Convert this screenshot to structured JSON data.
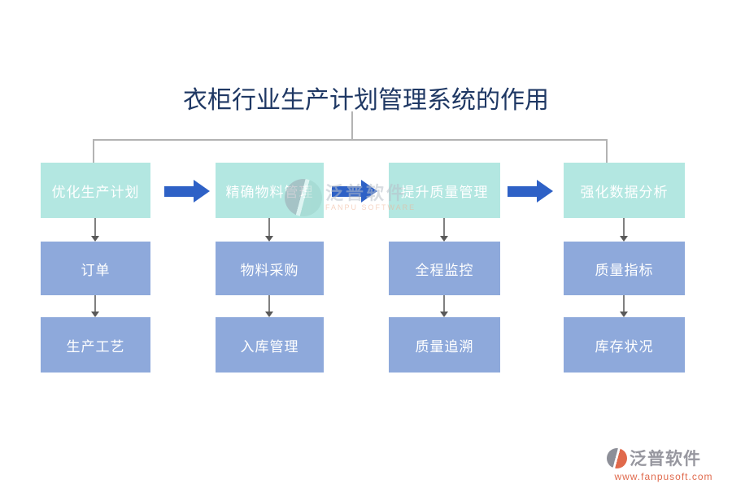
{
  "title": "衣柜行业生产计划管理系统的作用",
  "columns": [
    {
      "header": "优化生产计划",
      "items": [
        "订单",
        "生产工艺"
      ]
    },
    {
      "header": "精确物料管理",
      "items": [
        "物料采购",
        "入库管理"
      ]
    },
    {
      "header": "提升质量管理",
      "items": [
        "全程监控",
        "质量追溯"
      ]
    },
    {
      "header": "强化数据分析",
      "items": [
        "质量指标",
        "库存状况"
      ]
    }
  ],
  "watermark": {
    "name": "泛普软件",
    "subtitle": "FANPU SOFTWARE"
  },
  "footer": {
    "brand": "泛普软件",
    "url": "www.fanpusoft.com"
  },
  "colors": {
    "title_text": "#1f3864",
    "header_box": "#b3e7e1",
    "item_box": "#8ea9db",
    "flow_arrow": "#2e61c6",
    "connector_tree": "#b3b3b3",
    "connector_vertical": "#808080",
    "footer_url": "#e06a4d"
  }
}
